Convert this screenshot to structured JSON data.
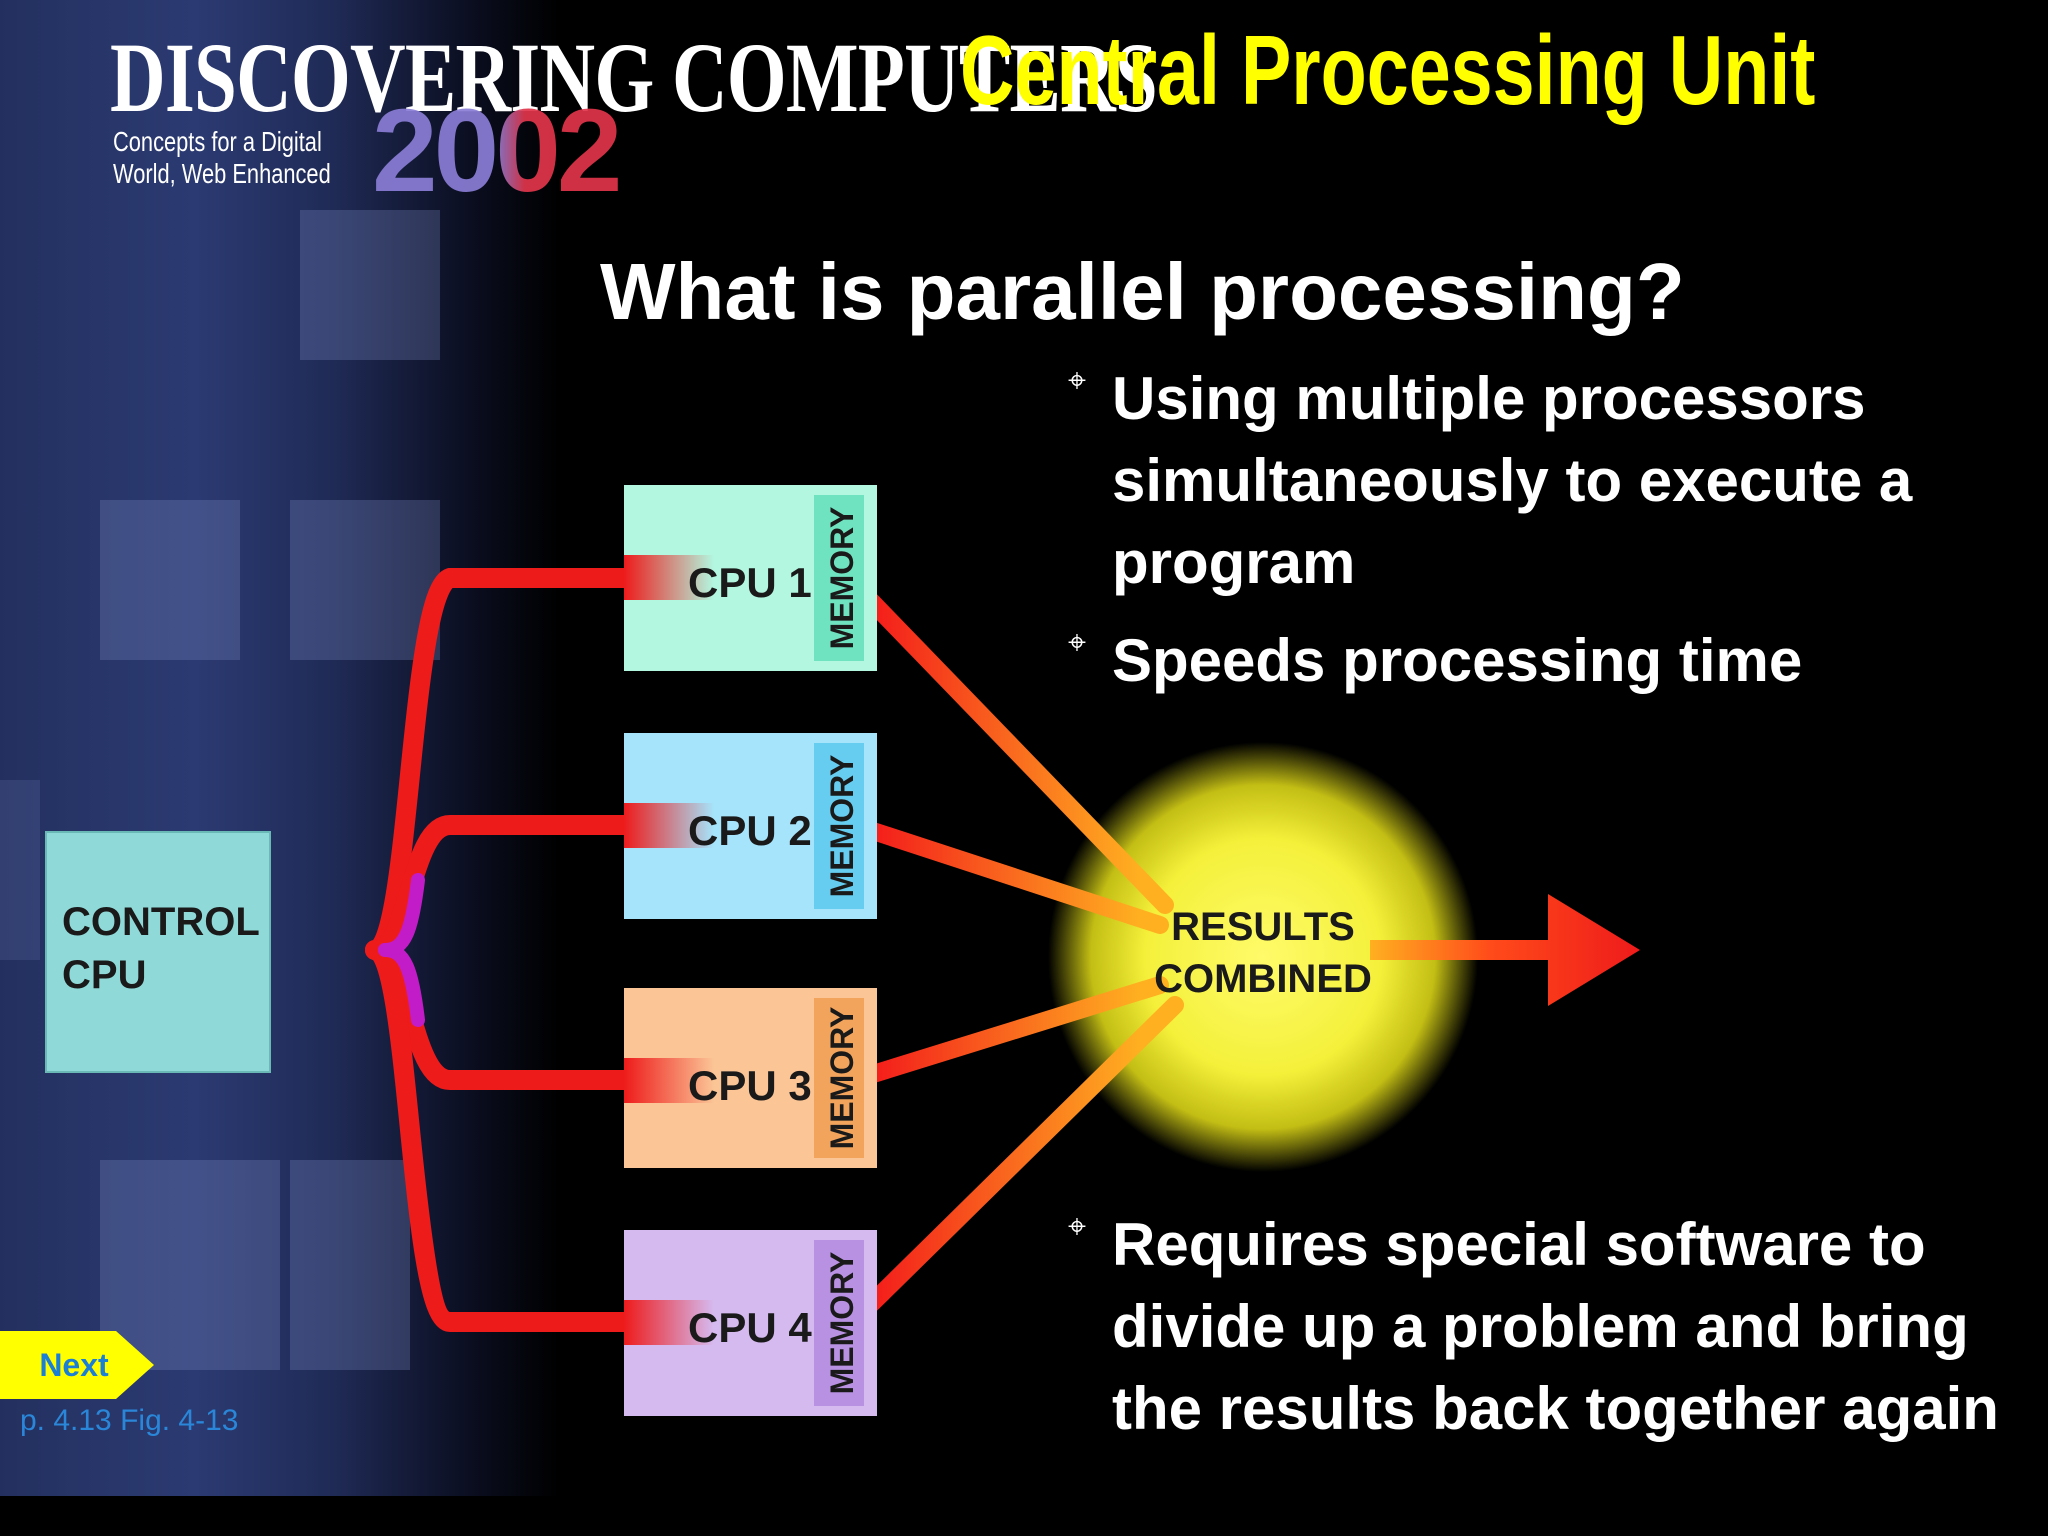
{
  "logo": {
    "title": "DISCOVERING COMPUTERS",
    "subtitle_line1": "Concepts for a Digital",
    "subtitle_line2": "World, Web Enhanced",
    "year": "2002"
  },
  "section_title": "Central Processing Unit",
  "slide_title": "What is parallel processing?",
  "bullets": [
    "Using multiple processors simultaneously to execute a program",
    "Speeds processing time",
    "Requires special software to divide up a problem and bring the results back together again"
  ],
  "bullet_marker": "⌖",
  "diagram": {
    "control_cpu": {
      "line1": "CONTROL",
      "line2": "CPU"
    },
    "cpus": [
      {
        "label": "CPU 1",
        "memory": "MEMORY",
        "color": "#b3f7e0",
        "memory_color": "#6fe3bf"
      },
      {
        "label": "CPU 2",
        "memory": "MEMORY",
        "color": "#a6e4fb",
        "memory_color": "#66cdf1"
      },
      {
        "label": "CPU 3",
        "memory": "MEMORY",
        "color": "#fbc596",
        "memory_color": "#f2a45c"
      },
      {
        "label": "CPU 4",
        "memory": "MEMORY",
        "color": "#d5baf0",
        "memory_color": "#b991e3"
      }
    ],
    "results": {
      "line1": "RESULTS",
      "line2": "COMBINED"
    }
  },
  "navigation": {
    "next_label": "Next",
    "page_ref": "p. 4.13 Fig. 4-13"
  },
  "colors": {
    "title_yellow": "#ffff00",
    "link_blue": "#1b7fd6",
    "wire_red": "#ee1b1b",
    "wire_purple": "#b21cdb",
    "glow_yellow": "#f4f03a"
  }
}
